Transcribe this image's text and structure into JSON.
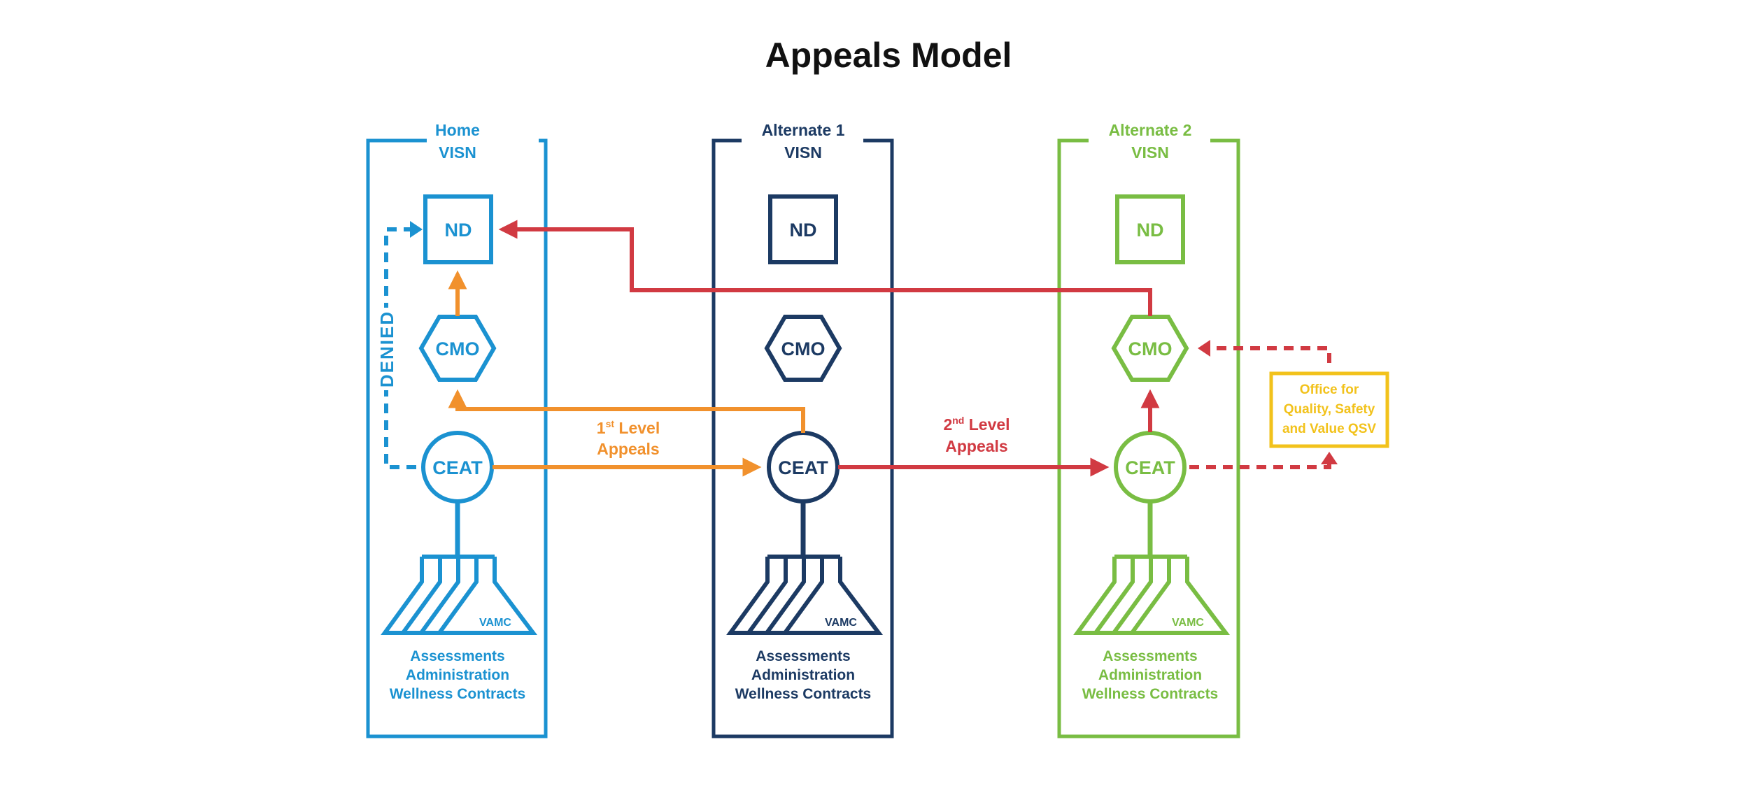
{
  "title": "Appeals Model",
  "columns": [
    {
      "id": "home",
      "heading": [
        "Home",
        "VISN"
      ],
      "nodes": {
        "nd": "ND",
        "cmo": "CMO",
        "ceat": "CEAT",
        "vamc": "VAMC"
      },
      "footer": [
        "Assessments",
        "Administration",
        "Wellness Contracts"
      ],
      "color": "#1b92d1"
    },
    {
      "id": "alt1",
      "heading": [
        "Alternate 1",
        "VISN"
      ],
      "nodes": {
        "nd": "ND",
        "cmo": "CMO",
        "ceat": "CEAT",
        "vamc": "VAMC"
      },
      "footer": [
        "Assessments",
        "Administration",
        "Wellness Contracts"
      ],
      "color": "#1c3a63"
    },
    {
      "id": "alt2",
      "heading": [
        "Alternate 2",
        "VISN"
      ],
      "nodes": {
        "nd": "ND",
        "cmo": "CMO",
        "ceat": "CEAT",
        "vamc": "VAMC"
      },
      "footer": [
        "Assessments",
        "Administration",
        "Wellness Contracts"
      ],
      "color": "#79bd43"
    }
  ],
  "flows": {
    "first_level": {
      "ordinal": "1",
      "sup": "st",
      "line1_rest": " Level",
      "line2": "Appeals",
      "color": "#f1912d"
    },
    "second_level": {
      "ordinal": "2",
      "sup": "nd",
      "line1_rest": " Level",
      "line2": "Appeals",
      "color": "#d13a42"
    },
    "denied": {
      "label": "DENIED",
      "color": "#1b92d1"
    }
  },
  "office": {
    "lines": [
      "Office for",
      "Quality, Safety",
      "and Value QSV"
    ],
    "color": "#f2c21b"
  }
}
